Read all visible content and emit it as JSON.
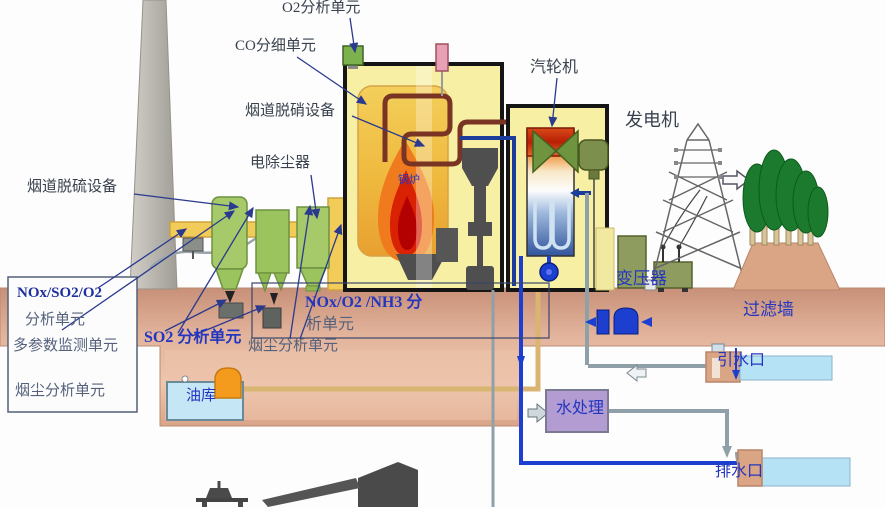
{
  "diagram": {
    "labels": {
      "o2_analyzer": "O2分析单元",
      "co_analyzer": "CO分细单元",
      "denitration": "烟道脱硝设备",
      "precipitator": "电除尘器",
      "desulfurization": "烟道脱硫设备",
      "steam_turbine": "汽轮机",
      "generator": "发电机",
      "box_line1": "NOx/SO2/O2",
      "box_line2": "分析单元",
      "box_line3": "多参数监测单元",
      "box_line4": "烟尘分析单元",
      "so2_analyzer": "SO2 分析单元",
      "dust_analyzer": "烟尘分析单元",
      "nox_nh3_line1": "NOx/O2 /NH3 分",
      "nox_nh3_line2": "析单元",
      "boiler": "锅炉",
      "transformer": "变压器",
      "filter_wall": "过滤墙",
      "water_intake": "引水口",
      "water_treatment": "水处理",
      "drain_outlet": "排水口",
      "oil_depot": "油库"
    },
    "colors": {
      "label_dark": "#38414d",
      "label_blue": "#2436c0",
      "label_navy": "#1e2f9e",
      "soil": "#d9a488",
      "duct_yellow": "#f2cc58",
      "equipment_green": "#9cc45e",
      "building_yellow": "#f6efa4",
      "flame_orange": "#ef7b1e",
      "flame_red": "#d92104",
      "pipe_navy": "#1c3c9c",
      "pipe_gray": "#8fa0a8",
      "pump_blue": "#1c3fd0",
      "water_blue": "#b5e2f5",
      "treatment_purple": "#b29cd2",
      "tree_green": "#1b7a2e"
    }
  }
}
